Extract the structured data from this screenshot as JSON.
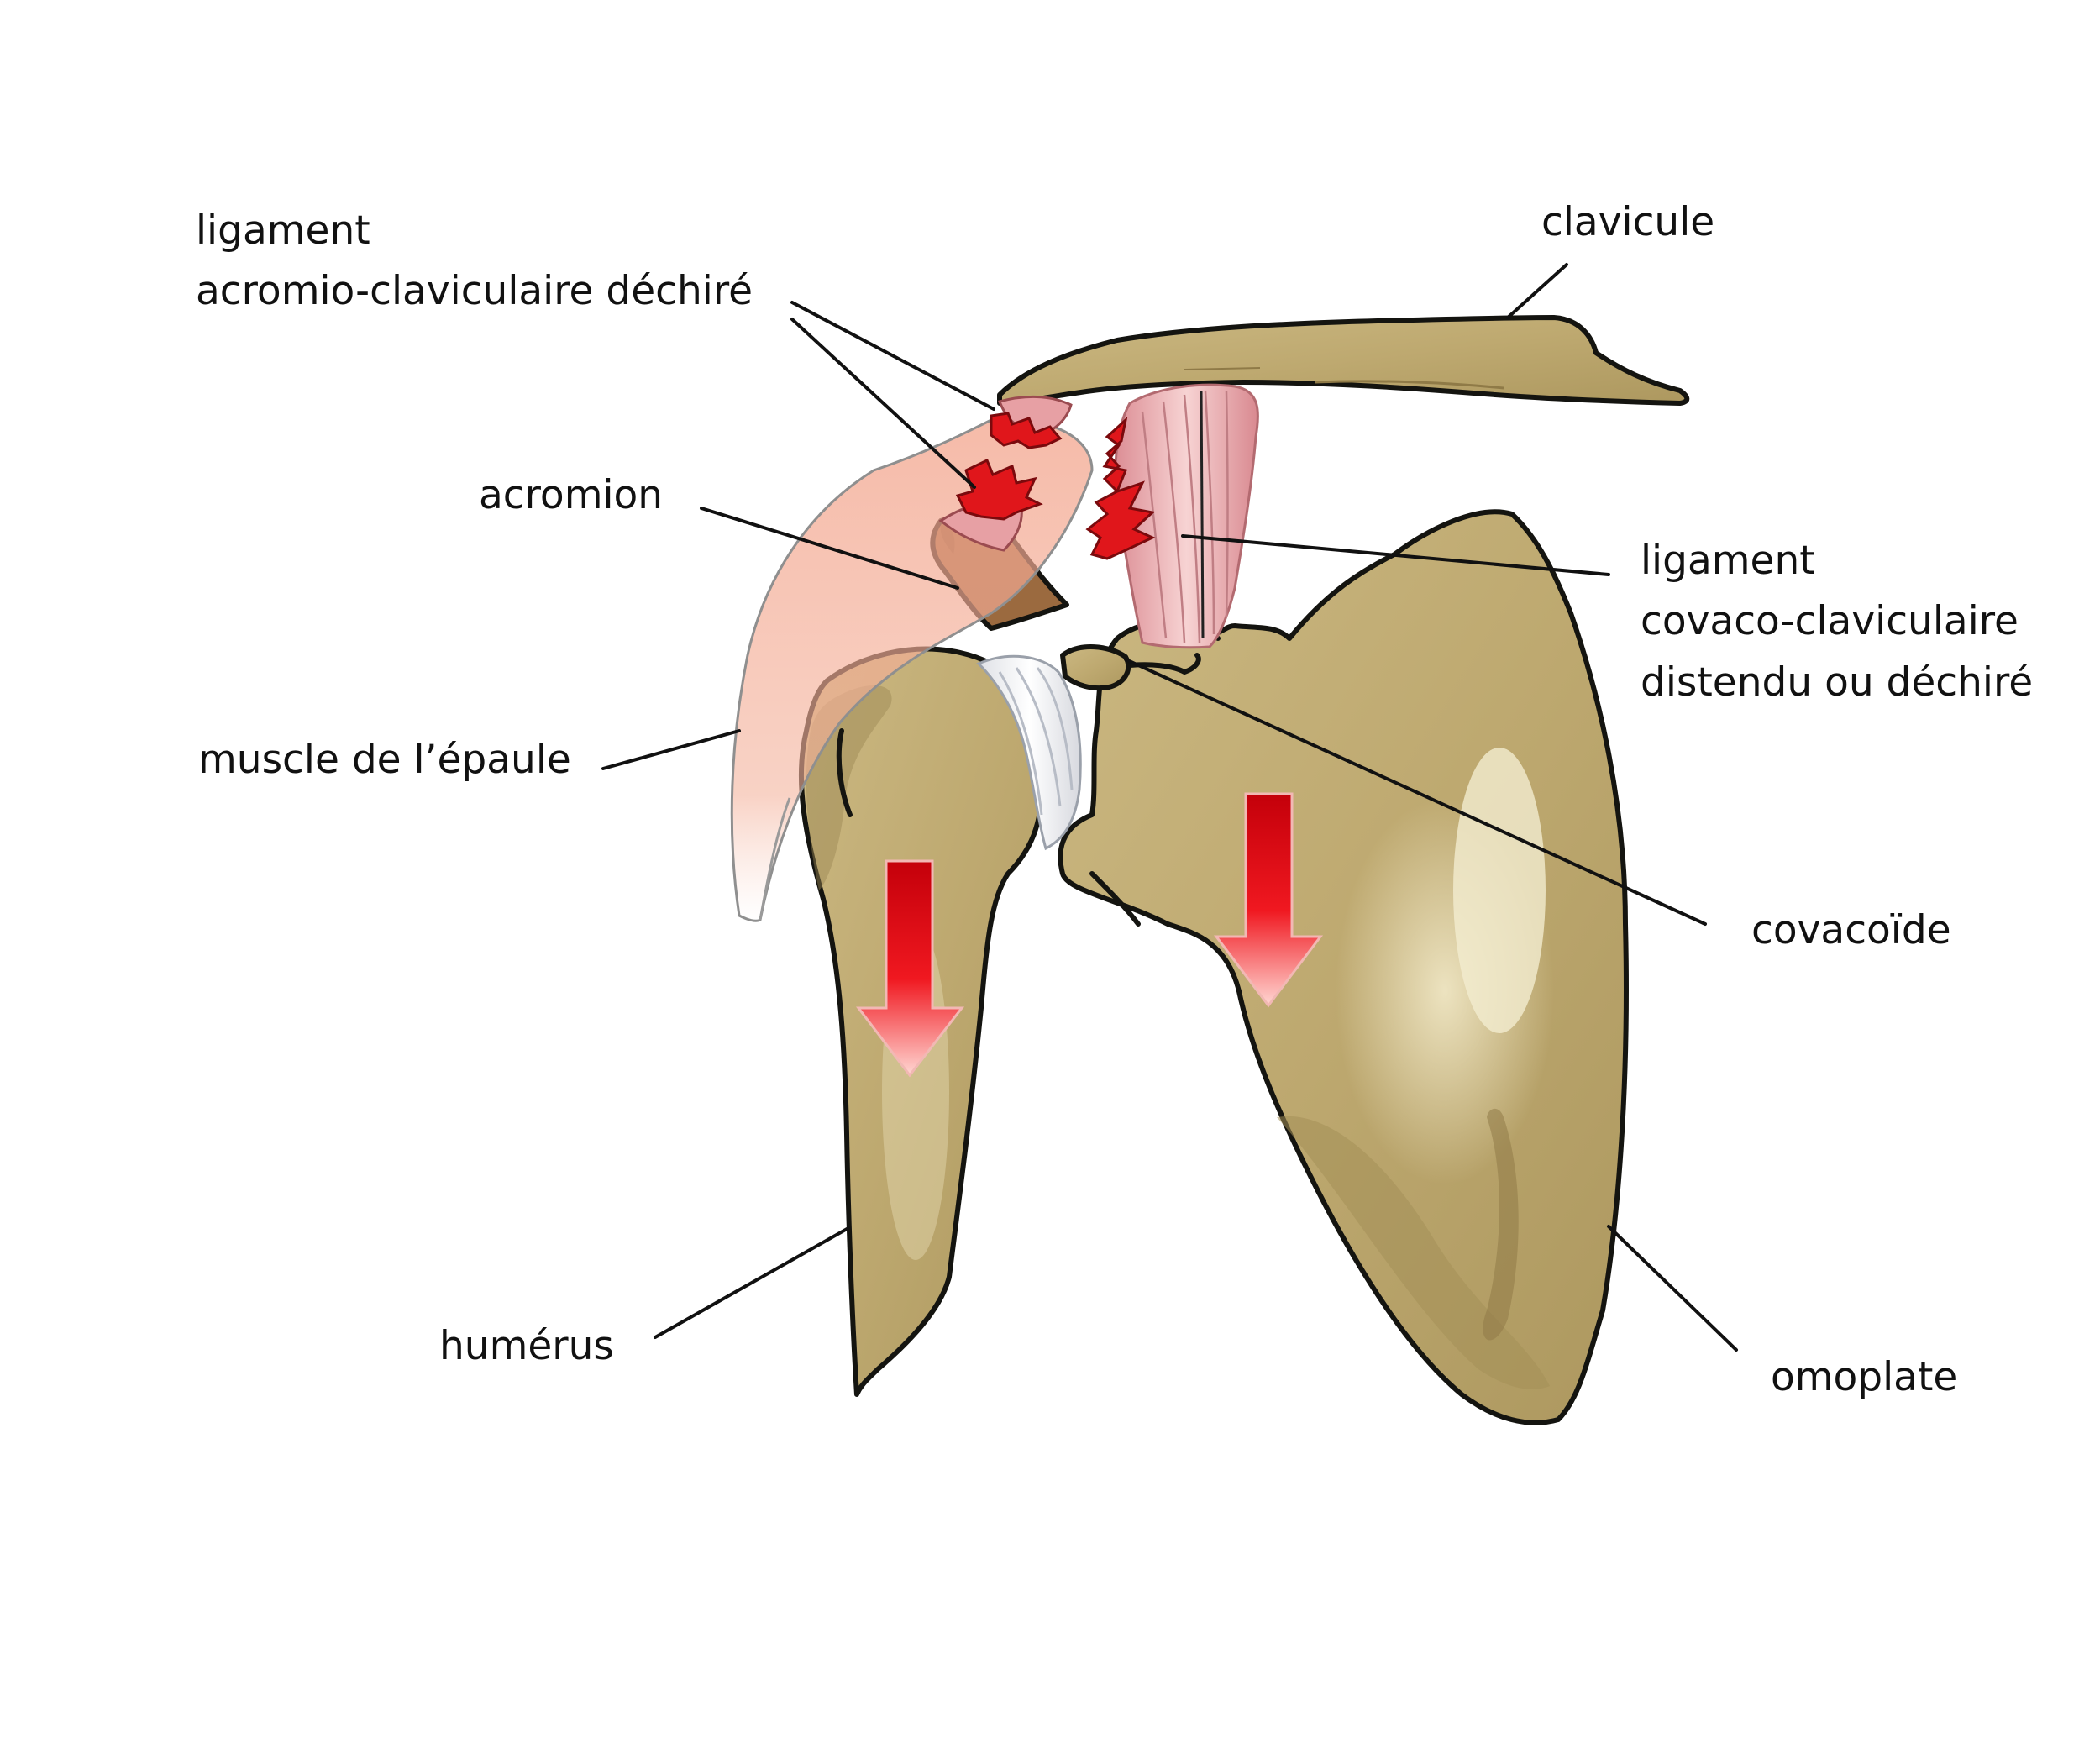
{
  "labels": {
    "ac_ligament_line1": "ligament",
    "ac_ligament_line2": "acromio-claviculaire déchiré",
    "clavicle": "clavicule",
    "acromion": "acromion",
    "cc_ligament_line1": "ligament",
    "cc_ligament_line2": "covaco-claviculaire",
    "cc_ligament_line3": "distendu ou déchiré",
    "shoulder_muscle": "muscle de l’épaule",
    "coracoid": "covacoïde",
    "humerus": "humérus",
    "scapula": "omoplate"
  },
  "colors": {
    "bone": "#c4b07a",
    "bone_shadow": "#9a8552",
    "bone_highlight": "#e4d8ae",
    "outline": "#141410",
    "muscle": "#f2a48a",
    "ligament": "#e8a7ab",
    "tear": "#e0161b",
    "arrow": "#e00a10",
    "leader_line": "#111111"
  },
  "arrows": [
    {
      "name": "humerus-displacement-arrow",
      "direction": "down"
    },
    {
      "name": "scapula-displacement-arrow",
      "direction": "down"
    }
  ]
}
